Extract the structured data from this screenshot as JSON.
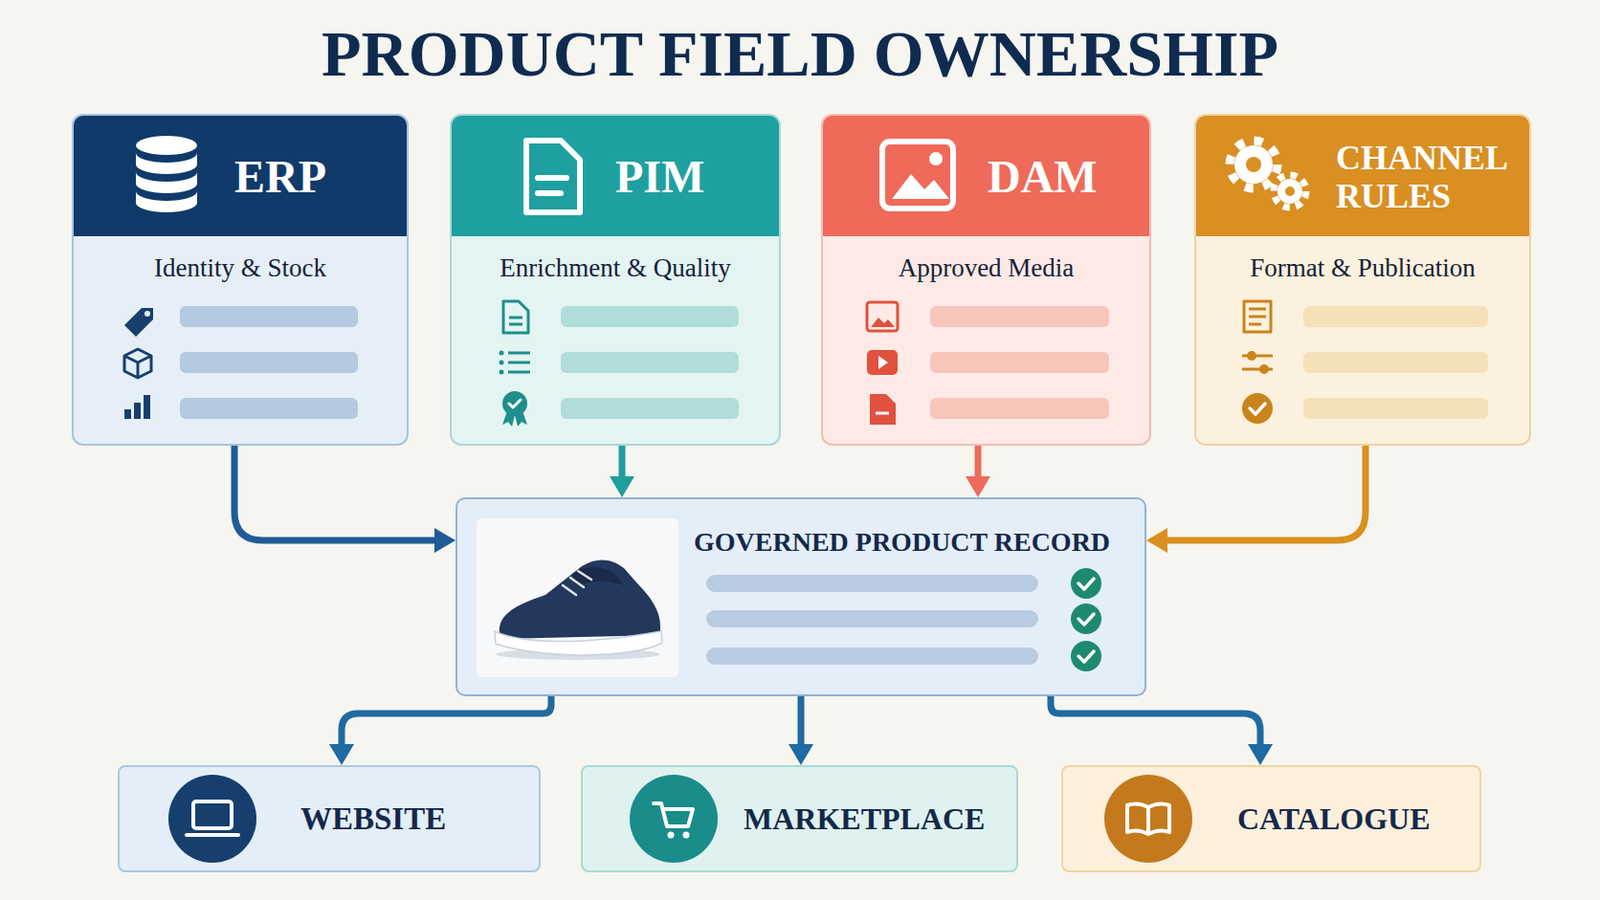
{
  "diagram": {
    "title": "PRODUCT FIELD OWNERSHIP",
    "nodes": [
      {
        "text": [
          "ERP",
          "Identity & Stock"
        ]
      },
      {
        "text": [
          "PIM",
          "Enrichment & Quality"
        ]
      },
      {
        "text": [
          "DAM",
          "Approved Media"
        ]
      },
      {
        "text": [
          "CHANNEL RULES",
          "Format & Publication"
        ]
      },
      {
        "text": [
          "GOVERNED PRODUCT RECORD"
        ]
      },
      {
        "text": [
          "WEBSITE"
        ]
      },
      {
        "text": [
          "MARKETPLACE"
        ]
      },
      {
        "text": [
          "CATALOGUE"
        ]
      }
    ],
    "edges": [
      {
        "from": 0,
        "to": 4,
        "arrow": "to"
      },
      {
        "from": 1,
        "to": 4,
        "arrow": "to"
      },
      {
        "from": 2,
        "to": 4,
        "arrow": "to"
      },
      {
        "from": 3,
        "to": 4,
        "arrow": "to"
      },
      {
        "from": 4,
        "to": 5,
        "arrow": "to"
      },
      {
        "from": 4,
        "to": 6,
        "arrow": "to"
      },
      {
        "from": 4,
        "to": 7,
        "arrow": "to"
      }
    ]
  }
}
